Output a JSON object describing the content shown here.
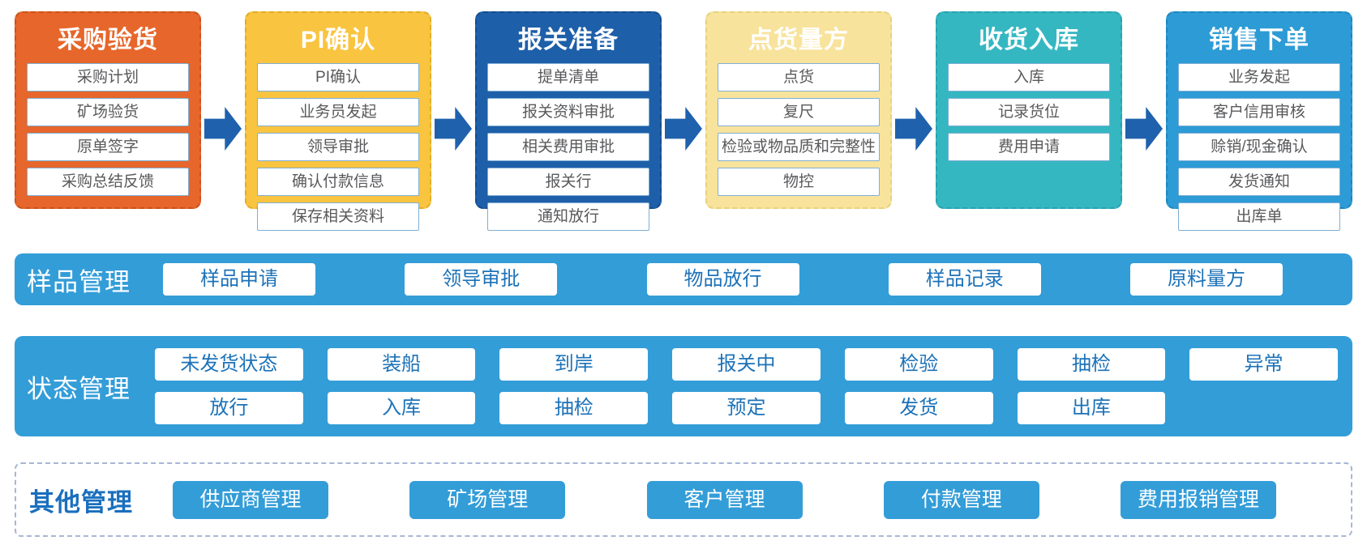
{
  "flow": {
    "stages": [
      {
        "title": "采购验货",
        "items": [
          "采购计划",
          "矿场验货",
          "原单签字",
          "采购总结反馈"
        ],
        "colors": {
          "bg": "#E7662B",
          "border": "#C9531B",
          "title": "#FFFFFF"
        }
      },
      {
        "title": "PI确认",
        "items": [
          "PI确认",
          "业务员发起",
          "领导审批",
          "确认付款信息",
          "保存相关资料"
        ],
        "colors": {
          "bg": "#F9C440",
          "border": "#E0AC28",
          "title": "#FFFFFF"
        }
      },
      {
        "title": "报关准备",
        "items": [
          "提单清单",
          "报关资料审批",
          "相关费用审批",
          "报关行",
          "通知放行"
        ],
        "colors": {
          "bg": "#1E5FA9",
          "border": "#154B8C",
          "title": "#FFFFFF"
        }
      },
      {
        "title": "点货量方",
        "items": [
          "点货",
          "复尺",
          "检验或物品质和完整性",
          "物控"
        ],
        "colors": {
          "bg": "#F8E39C",
          "border": "#E8D17E",
          "title": "#FFFFFF"
        }
      },
      {
        "title": "收货入库",
        "items": [
          "入库",
          "记录货位",
          "费用申请"
        ],
        "colors": {
          "bg": "#35B7C2",
          "border": "#27A3AE",
          "title": "#FFFFFF"
        }
      },
      {
        "title": "销售下单",
        "items": [
          "业务发起",
          "客户信用审核",
          "赊销/现金确认",
          "发货通知",
          "出库单"
        ],
        "colors": {
          "bg": "#2D9BD5",
          "border": "#1F86BD",
          "title": "#FFFFFF"
        }
      }
    ],
    "arrow_color": "#1F61AC"
  },
  "sample_management": {
    "label": "样品管理",
    "buttons": [
      "样品申请",
      "领导审批",
      "物品放行",
      "样品记录",
      "原料量方"
    ]
  },
  "status_management": {
    "label": "状态管理",
    "row1": [
      "未发货状态",
      "装船",
      "到岸",
      "报关中",
      "检验",
      "抽检",
      "异常"
    ],
    "row2": [
      "放行",
      "入库",
      "抽检",
      "预定",
      "发货",
      "出库"
    ]
  },
  "other_management": {
    "label": "其他管理",
    "buttons": [
      "供应商管理",
      "矿场管理",
      "客户管理",
      "付款管理",
      "费用报销管理"
    ]
  },
  "colors": {
    "bar_blue": "#339DD8",
    "button_text_blue": "#1C72B8",
    "other_label_blue": "#1A6FBE",
    "item_border_blue": "#7FAFD4",
    "item_text_gray": "#58595B"
  }
}
